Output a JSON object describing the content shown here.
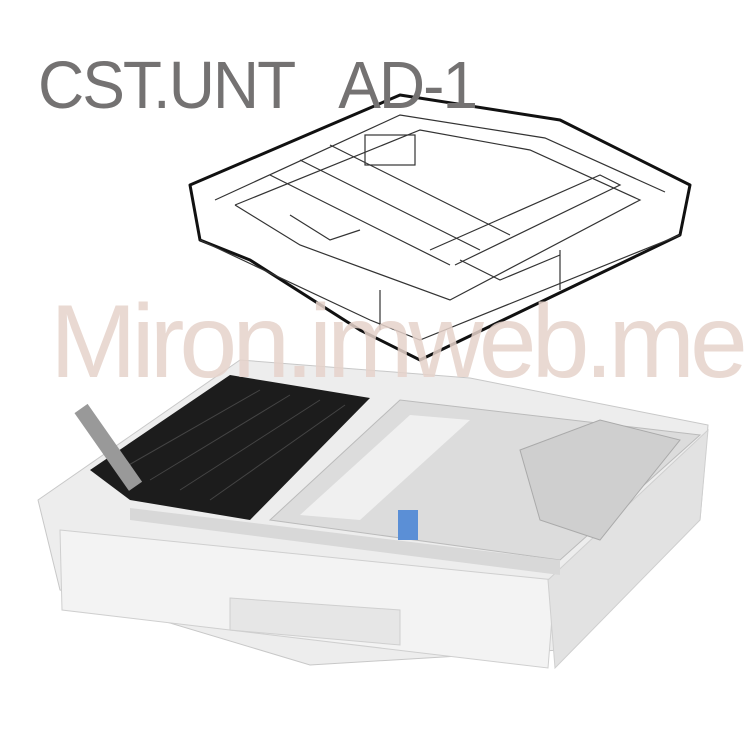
{
  "title": {
    "part1": "CST.UNT",
    "part2": "AD-1"
  },
  "watermark": "Miron.imweb.me",
  "colors": {
    "title": "#747272",
    "watermark": "#e6d3cb",
    "tray_body": "#ececec",
    "feed_area": "#1a1a1a",
    "latch": "#5b8fd6"
  }
}
